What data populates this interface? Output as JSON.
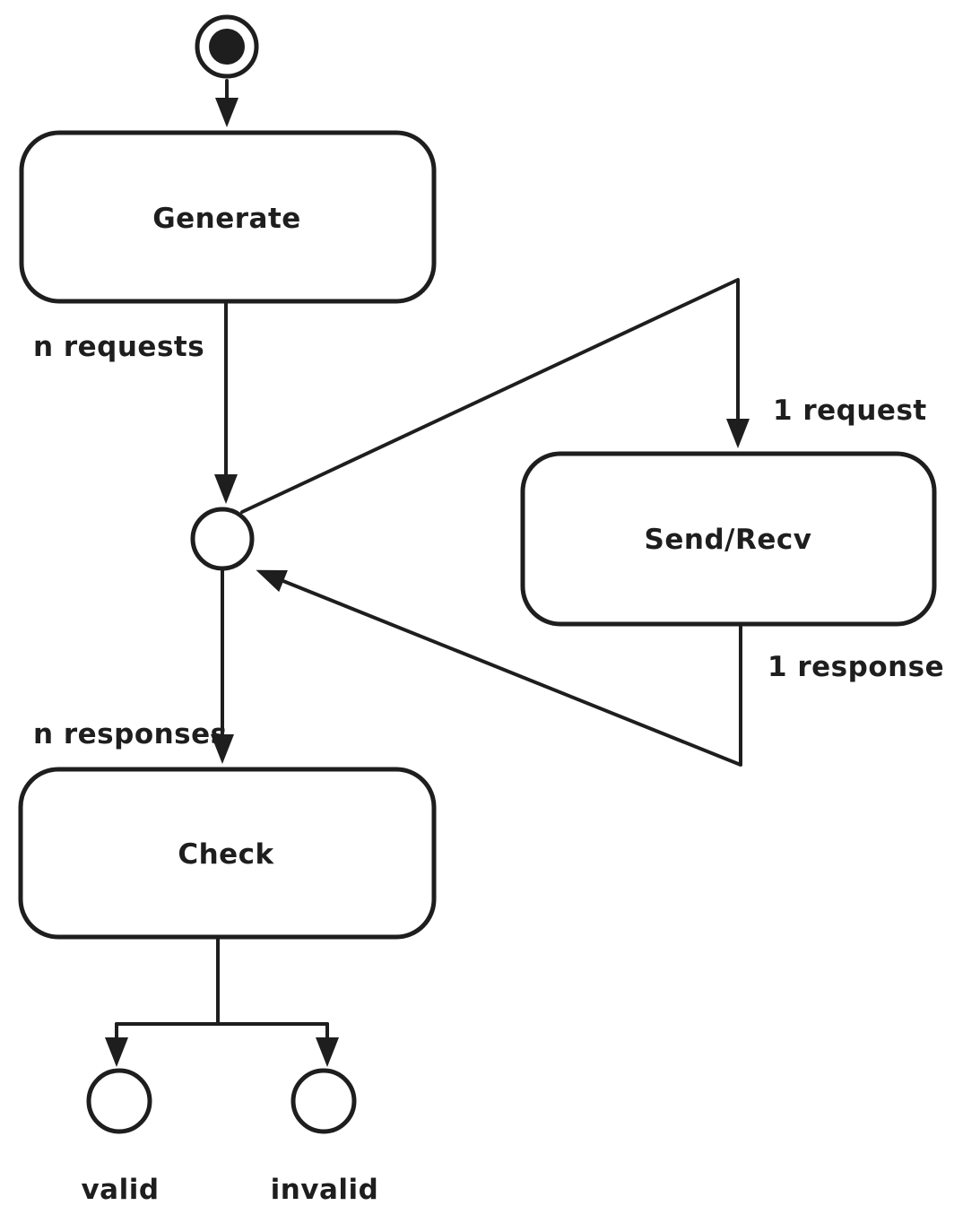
{
  "diagram": {
    "type": "activity-diagram",
    "colors": {
      "stroke": "#1e1e1e",
      "background": "#ffffff"
    },
    "nodes": {
      "start": {
        "icon": "initial-state-icon"
      },
      "generate": {
        "label": "Generate"
      },
      "merge": {
        "icon": "merge-point-icon"
      },
      "send_recv": {
        "label": "Send/Recv"
      },
      "check": {
        "label": "Check"
      },
      "valid": {
        "label": "valid"
      },
      "invalid": {
        "label": "invalid"
      }
    },
    "edges": {
      "n_requests": "n requests",
      "one_request": "1 request",
      "one_response": "1 response",
      "n_responses": "n responses"
    }
  }
}
